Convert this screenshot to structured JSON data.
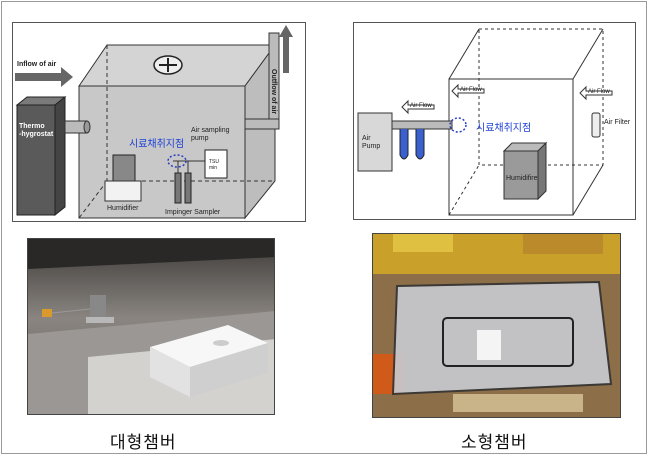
{
  "large_diagram": {
    "inflow_label": "Inflow of air",
    "outflow_label": "Outflow of air",
    "thermo_label": "Thermo\n-hygrostat",
    "sampling_pump_label": "Air sampling\npump",
    "tsu_label": "TSU\nmin",
    "sampling_point_label": "시료채취지점",
    "humidifier_label": "Humidifier",
    "impinger_label": "Impinger Sampler"
  },
  "small_diagram": {
    "air_flow_label_1": "Air Flow",
    "air_flow_label_2": "Air Flow",
    "air_flow_label_3": "Air Flow",
    "air_pump_label": "Air\nPump",
    "sampling_point_label": "시료채취지점",
    "air_filter_label": "Air Filter",
    "humidifier_label": "Humidifire"
  },
  "captions": {
    "large": "대형챔버",
    "small": "소형챔버"
  }
}
